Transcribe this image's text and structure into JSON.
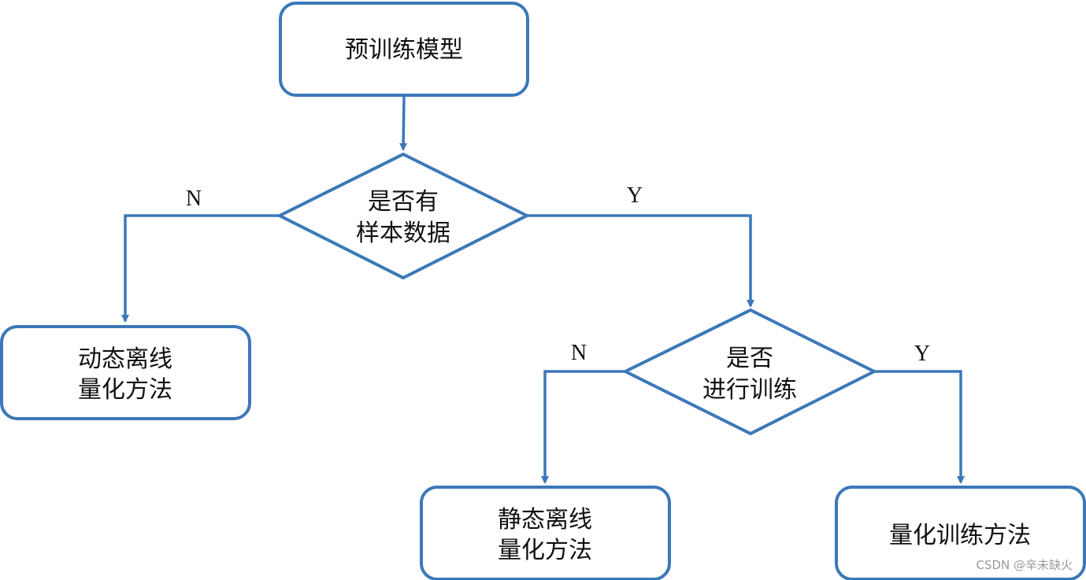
{
  "nodes": {
    "start": {
      "text": "预训练模型"
    },
    "decision1": {
      "line1": "是否有",
      "line2": "样本数据"
    },
    "dynamic": {
      "line1": "动态离线",
      "line2": "量化方法"
    },
    "decision2": {
      "line1": "是否",
      "line2": "进行训练"
    },
    "static": {
      "line1": "静态离线",
      "line2": "量化方法"
    },
    "train": {
      "text": "量化训练方法"
    }
  },
  "edges": {
    "d1_no": "N",
    "d1_yes": "Y",
    "d2_no": "N",
    "d2_yes": "Y"
  },
  "watermark": "CSDN @辛未缺火",
  "colors": {
    "stroke": "#3c78b9",
    "text": "#111111",
    "background": "#ffffff"
  }
}
